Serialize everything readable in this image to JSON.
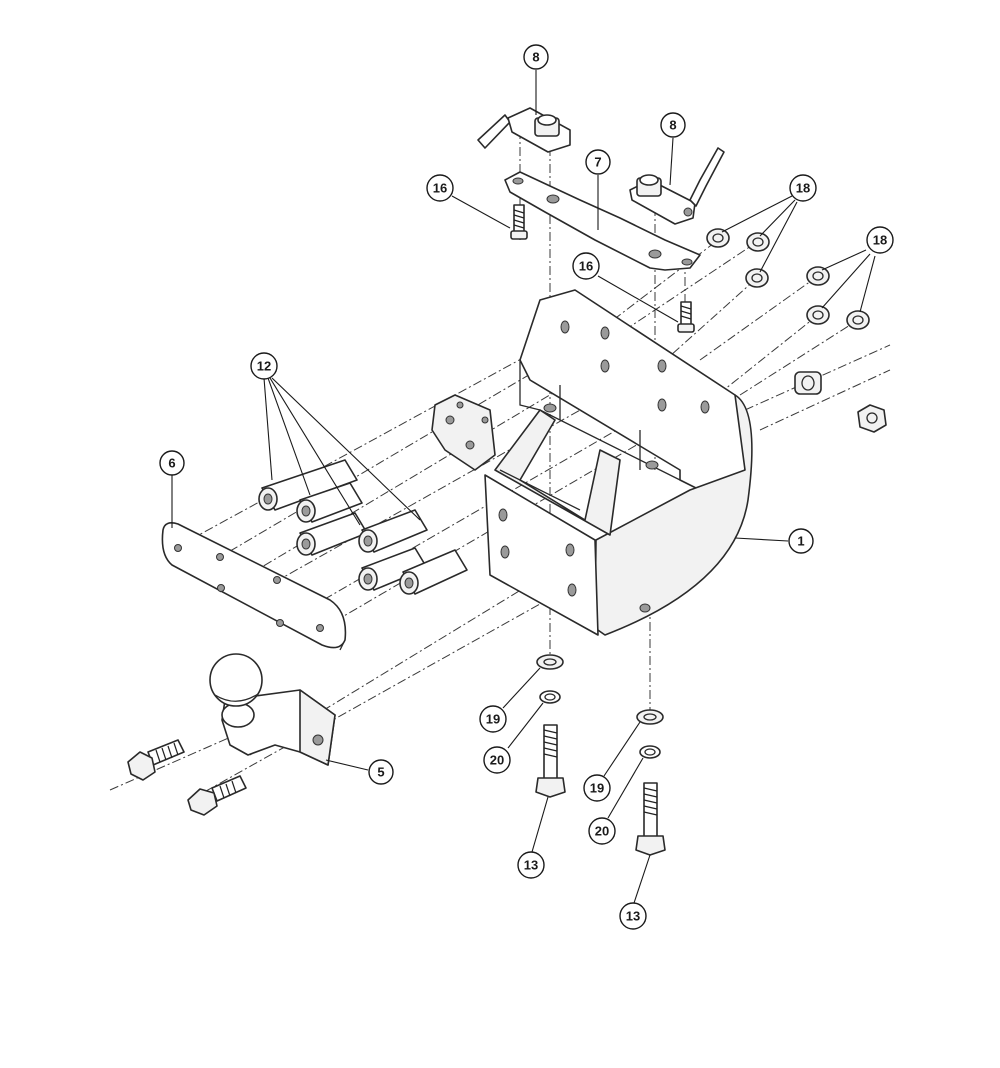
{
  "callouts": [
    {
      "id": "c8a",
      "label": "8"
    },
    {
      "id": "c8b",
      "label": "8"
    },
    {
      "id": "c7",
      "label": "7"
    },
    {
      "id": "c16a",
      "label": "16"
    },
    {
      "id": "c16b",
      "label": "16"
    },
    {
      "id": "c18a",
      "label": "18"
    },
    {
      "id": "c18b",
      "label": "18"
    },
    {
      "id": "c12",
      "label": "12"
    },
    {
      "id": "c6",
      "label": "6"
    },
    {
      "id": "c1",
      "label": "1"
    },
    {
      "id": "c5",
      "label": "5"
    },
    {
      "id": "c19a",
      "label": "19"
    },
    {
      "id": "c20a",
      "label": "20"
    },
    {
      "id": "c13a",
      "label": "13"
    },
    {
      "id": "c19b",
      "label": "19"
    },
    {
      "id": "c20b",
      "label": "20"
    },
    {
      "id": "c13b",
      "label": "13"
    }
  ]
}
